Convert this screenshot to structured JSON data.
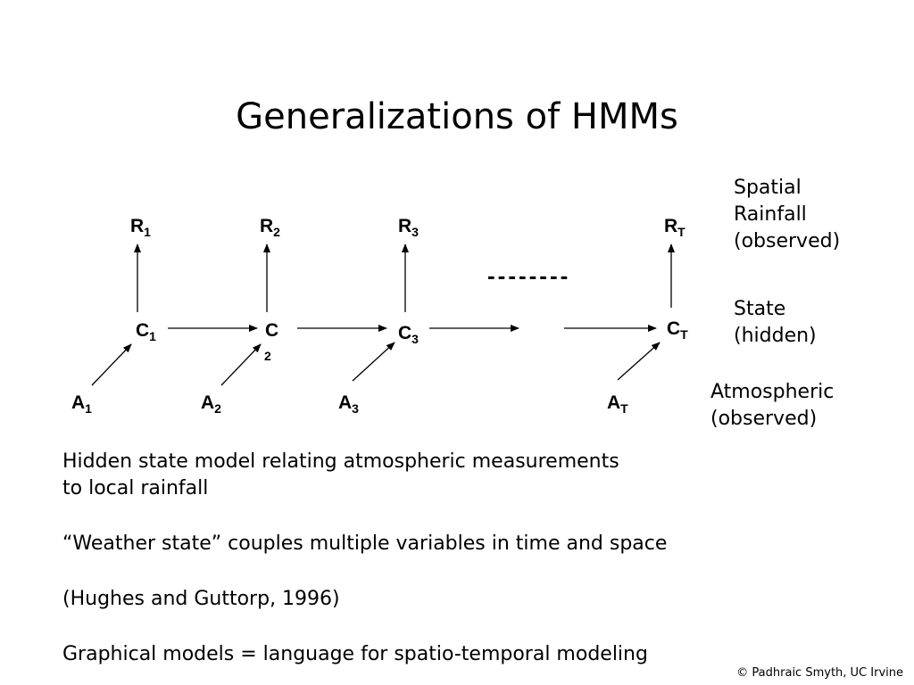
{
  "title": "Generalizations of HMMs",
  "nodes": {
    "R1": {
      "base": "R",
      "sub": "1"
    },
    "R2": {
      "base": "R",
      "sub": "2"
    },
    "R3": {
      "base": "R",
      "sub": "3"
    },
    "RT": {
      "base": "R",
      "sub": "T"
    },
    "C1": {
      "base": "C",
      "sub": "1"
    },
    "C2": {
      "base": "C",
      "sub": "2"
    },
    "C3": {
      "base": "C",
      "sub": "3"
    },
    "CT": {
      "base": "C",
      "sub": "T"
    },
    "A1": {
      "base": "A",
      "sub": "1"
    },
    "A2": {
      "base": "A",
      "sub": "2"
    },
    "A3": {
      "base": "A",
      "sub": "3"
    },
    "AT": {
      "base": "A",
      "sub": "T"
    }
  },
  "ellipsis": "--------",
  "labels": {
    "rainfall": [
      "Spatial",
      "Rainfall",
      "(observed)"
    ],
    "state": [
      "State",
      "(hidden)"
    ],
    "atmospheric": [
      "Atmospheric",
      "(observed)"
    ]
  },
  "body": {
    "line1a": "Hidden state model relating atmospheric measurements",
    "line1b": "to local rainfall",
    "line2": "“Weather state” couples multiple variables in time and space",
    "line3": "(Hughes and Guttorp, 1996)",
    "line4": "Graphical models = language for spatio-temporal modeling"
  },
  "footer": "© Padhraic Smyth, UC Irvine"
}
